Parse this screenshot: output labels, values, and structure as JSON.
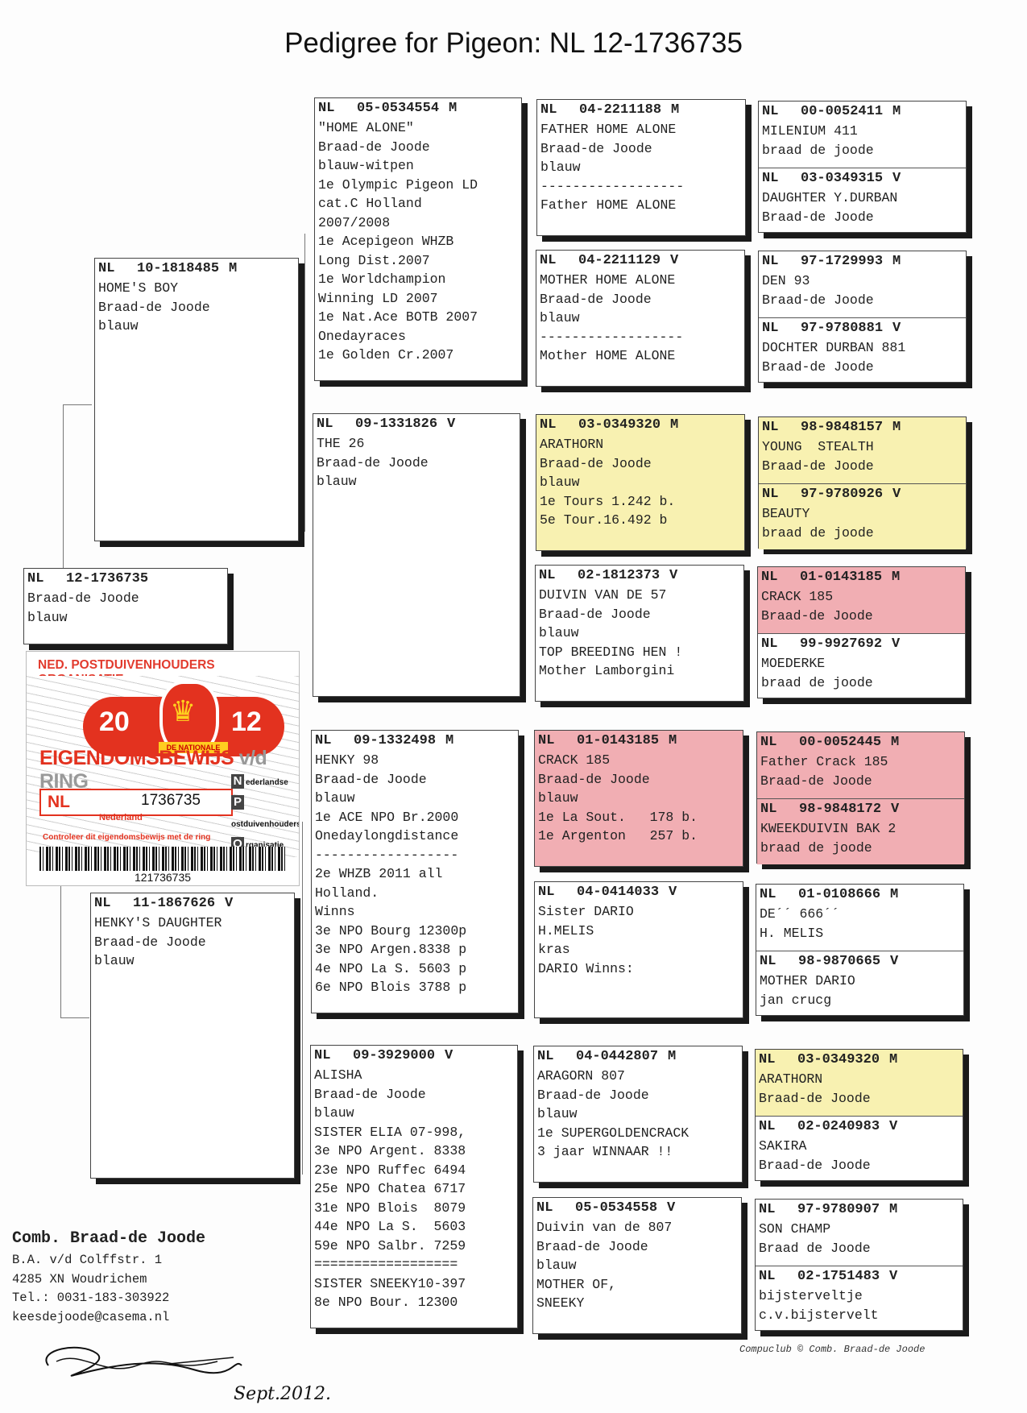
{
  "title": "Pedigree for Pigeon: NL  12-1736735",
  "subject": {
    "country": "NL",
    "ring": "12-1736735",
    "sex": "",
    "lines": [
      "",
      "Braad-de Joode",
      "blauw"
    ]
  },
  "sire": {
    "country": "NL",
    "ring": "10-1818485",
    "sex": "M",
    "lines": [
      "HOME'S BOY",
      "Braad-de Joode",
      "blauw"
    ]
  },
  "dam": {
    "country": "NL",
    "ring": "11-1867626",
    "sex": "V",
    "lines": [
      "HENKY'S DAUGHTER",
      "Braad-de Joode",
      "blauw"
    ]
  },
  "gen2": [
    {
      "country": "NL",
      "ring": "05-0534554",
      "sex": "M",
      "lines": [
        "\"HOME ALONE\"",
        "Braad-de Joode",
        "blauw-witpen",
        "1e Olympic Pigeon LD",
        "cat.C Holland",
        "2007/2008",
        "1e Acepigeon WHZB",
        "Long Dist.2007",
        "1e Worldchampion",
        "Winning LD 2007",
        "1e Nat.Ace BOTB 2007",
        "Onedayraces",
        "1e Golden Cr.2007"
      ]
    },
    {
      "country": "NL",
      "ring": "09-1331826",
      "sex": "V",
      "lines": [
        "THE 26",
        "Braad-de Joode",
        "blauw"
      ]
    },
    {
      "country": "NL",
      "ring": "09-1332498",
      "sex": "M",
      "lines": [
        "HENKY 98",
        "Braad-de Joode",
        "blauw",
        "1e ACE NPO Br.2000",
        "Onedaylongdistance",
        "------------------",
        "2e WHZB 2011 all",
        "Holland.",
        "Winns",
        "3e NPO Bourg 12300p",
        "3e NPO Argen.8338 p",
        "4e NPO La S. 5603 p",
        "6e NPO Blois 3788 p"
      ]
    },
    {
      "country": "NL",
      "ring": "09-3929000",
      "sex": "V",
      "lines": [
        "ALISHA",
        "Braad-de Joode",
        "blauw",
        "SISTER ELIA 07-998,",
        "3e NPO Argent. 8338",
        "23e NPO Ruffec 6494",
        "25e NPO Chatea 6717",
        "31e NPO Blois  8079",
        "44e NPO La S.  5603",
        "59e NPO Salbr. 7259",
        "==================",
        "SISTER SNEEKY10-397",
        "8e NPO Bour. 12300"
      ]
    }
  ],
  "gen3": [
    {
      "country": "NL",
      "ring": "04-2211188",
      "sex": "M",
      "color": "",
      "lines": [
        "FATHER HOME ALONE",
        "Braad-de Joode",
        "blauw",
        "------------------",
        "Father HOME ALONE"
      ]
    },
    {
      "country": "NL",
      "ring": "04-2211129",
      "sex": "V",
      "color": "",
      "lines": [
        "MOTHER HOME ALONE",
        "Braad-de Joode",
        "blauw",
        "------------------",
        "Mother HOME ALONE"
      ]
    },
    {
      "country": "NL",
      "ring": "03-0349320",
      "sex": "M",
      "color": "yellow",
      "lines": [
        "ARATHORN",
        "Braad-de Joode",
        "blauw",
        "1e Tours 1.242 b.",
        "5e Tour.16.492 b"
      ]
    },
    {
      "country": "NL",
      "ring": "02-1812373",
      "sex": "V",
      "color": "",
      "lines": [
        "DUIVIN VAN DE 57",
        "Braad-de Joode",
        "blauw",
        "TOP BREEDING HEN !",
        "Mother Lamborgini"
      ]
    },
    {
      "country": "NL",
      "ring": "01-0143185",
      "sex": "M",
      "color": "pink",
      "lines": [
        "CRACK 185",
        "Braad-de Joode",
        "blauw",
        "1e La Sout.   178 b.",
        "1e Argenton   257 b."
      ]
    },
    {
      "country": "NL",
      "ring": "04-0414033",
      "sex": "V",
      "color": "",
      "lines": [
        "Sister DARIO",
        "H.MELIS",
        "kras",
        "DARIO Winns:"
      ]
    },
    {
      "country": "NL",
      "ring": "04-0442807",
      "sex": "M",
      "color": "",
      "lines": [
        "ARAGORN 807",
        "Braad-de Joode",
        "blauw",
        "1e SUPERGOLDENCRACK",
        "3 jaar WINNAAR !!"
      ]
    },
    {
      "country": "NL",
      "ring": "05-0534558",
      "sex": "V",
      "color": "",
      "lines": [
        "Duivin van de 807",
        "Braad-de Joode",
        "blauw",
        "MOTHER OF,",
        "SNEEKY"
      ]
    }
  ],
  "gen4": [
    {
      "top": {
        "country": "NL",
        "ring": "00-0052411",
        "sex": "M",
        "lines": [
          "MILENIUM 411",
          "braad de joode"
        ],
        "color": ""
      },
      "bottom": {
        "country": "NL",
        "ring": "03-0349315",
        "sex": "V",
        "lines": [
          "DAUGHTER Y.DURBAN",
          "Braad-de Joode"
        ],
        "color": ""
      }
    },
    {
      "top": {
        "country": "NL",
        "ring": "97-1729993",
        "sex": "M",
        "lines": [
          "DEN 93",
          "Braad-de Joode"
        ],
        "color": ""
      },
      "bottom": {
        "country": "NL",
        "ring": "97-9780881",
        "sex": "V",
        "lines": [
          "DOCHTER DURBAN 881",
          "Braad-de Joode"
        ],
        "color": ""
      }
    },
    {
      "top": {
        "country": "NL",
        "ring": "98-9848157",
        "sex": "M",
        "lines": [
          "YOUNG  STEALTH",
          "Braad-de Joode"
        ],
        "color": "yellow"
      },
      "bottom": {
        "country": "NL",
        "ring": "97-9780926",
        "sex": "V",
        "lines": [
          "BEAUTY",
          "braad de joode"
        ],
        "color": "yellow"
      }
    },
    {
      "top": {
        "country": "NL",
        "ring": "01-0143185",
        "sex": "M",
        "lines": [
          "CRACK 185",
          "Braad-de Joode"
        ],
        "color": "pink"
      },
      "bottom": {
        "country": "NL",
        "ring": "99-9927692",
        "sex": "V",
        "lines": [
          "MOEDERKE",
          "braad de joode"
        ],
        "color": ""
      }
    },
    {
      "top": {
        "country": "NL",
        "ring": "00-0052445",
        "sex": "M",
        "lines": [
          "Father Crack 185",
          "Braad-de Joode"
        ],
        "color": "pink"
      },
      "bottom": {
        "country": "NL",
        "ring": "98-9848172",
        "sex": "V",
        "lines": [
          "KWEEKDUIVIN BAK 2",
          "braad de joode"
        ],
        "color": "pink"
      }
    },
    {
      "top": {
        "country": "NL",
        "ring": "01-0108666",
        "sex": "M",
        "lines": [
          "DE´´ 666´´",
          "H. MELIS"
        ],
        "color": ""
      },
      "bottom": {
        "country": "NL",
        "ring": "98-9870665",
        "sex": "V",
        "lines": [
          "MOTHER DARIO",
          "jan crucg"
        ],
        "color": ""
      }
    },
    {
      "top": {
        "country": "NL",
        "ring": "03-0349320",
        "sex": "M",
        "lines": [
          "ARATHORN",
          "Braad-de Joode"
        ],
        "color": "yellow"
      },
      "bottom": {
        "country": "NL",
        "ring": "02-0240983",
        "sex": "V",
        "lines": [
          "SAKIRA",
          "Braad-de Joode"
        ],
        "color": ""
      }
    },
    {
      "top": {
        "country": "NL",
        "ring": "97-9780907",
        "sex": "M",
        "lines": [
          "SON CHAMP",
          "Braad de Joode"
        ],
        "color": ""
      },
      "bottom": {
        "country": "NL",
        "ring": "02-1751483",
        "sex": "V",
        "lines": [
          "bijsterveltje",
          "c.v.bijstervelt"
        ],
        "color": ""
      }
    }
  ],
  "ring_card": {
    "org": "NED. POSTDUIVENHOUDERS ORGANISATIE",
    "year_left": "20",
    "year_right": "12",
    "band": "DE NATIONALE",
    "title": "EIGENDOMSBEWIJS",
    "title_suffix": "v/d RING",
    "country": "NL",
    "ring_number": "1736735",
    "npo_lines": [
      "ederlandse",
      "ostduivenhouders",
      "rganisatie"
    ],
    "npo_letters": [
      "N",
      "P",
      "O"
    ],
    "region": "Nederland",
    "control": "Controleer dit eigendomsbewijs met de ring",
    "barcode_number": "121736735"
  },
  "contact": {
    "name": "Comb. Braad-de Joode",
    "street": "B.A. v/d Colffstr. 1",
    "city": "4285 XN  Woudrichem",
    "phone": "Tel.: 0031-183-303922",
    "email": "keesdejoode@casema.nl"
  },
  "footer": "Compuclub © Comb. Braad-de Joode",
  "signature_date": "Sept.2012.",
  "colors": {
    "yellow": "#f8f1b1",
    "pink": "#f1aeb3",
    "card_red": "#e3321f"
  }
}
